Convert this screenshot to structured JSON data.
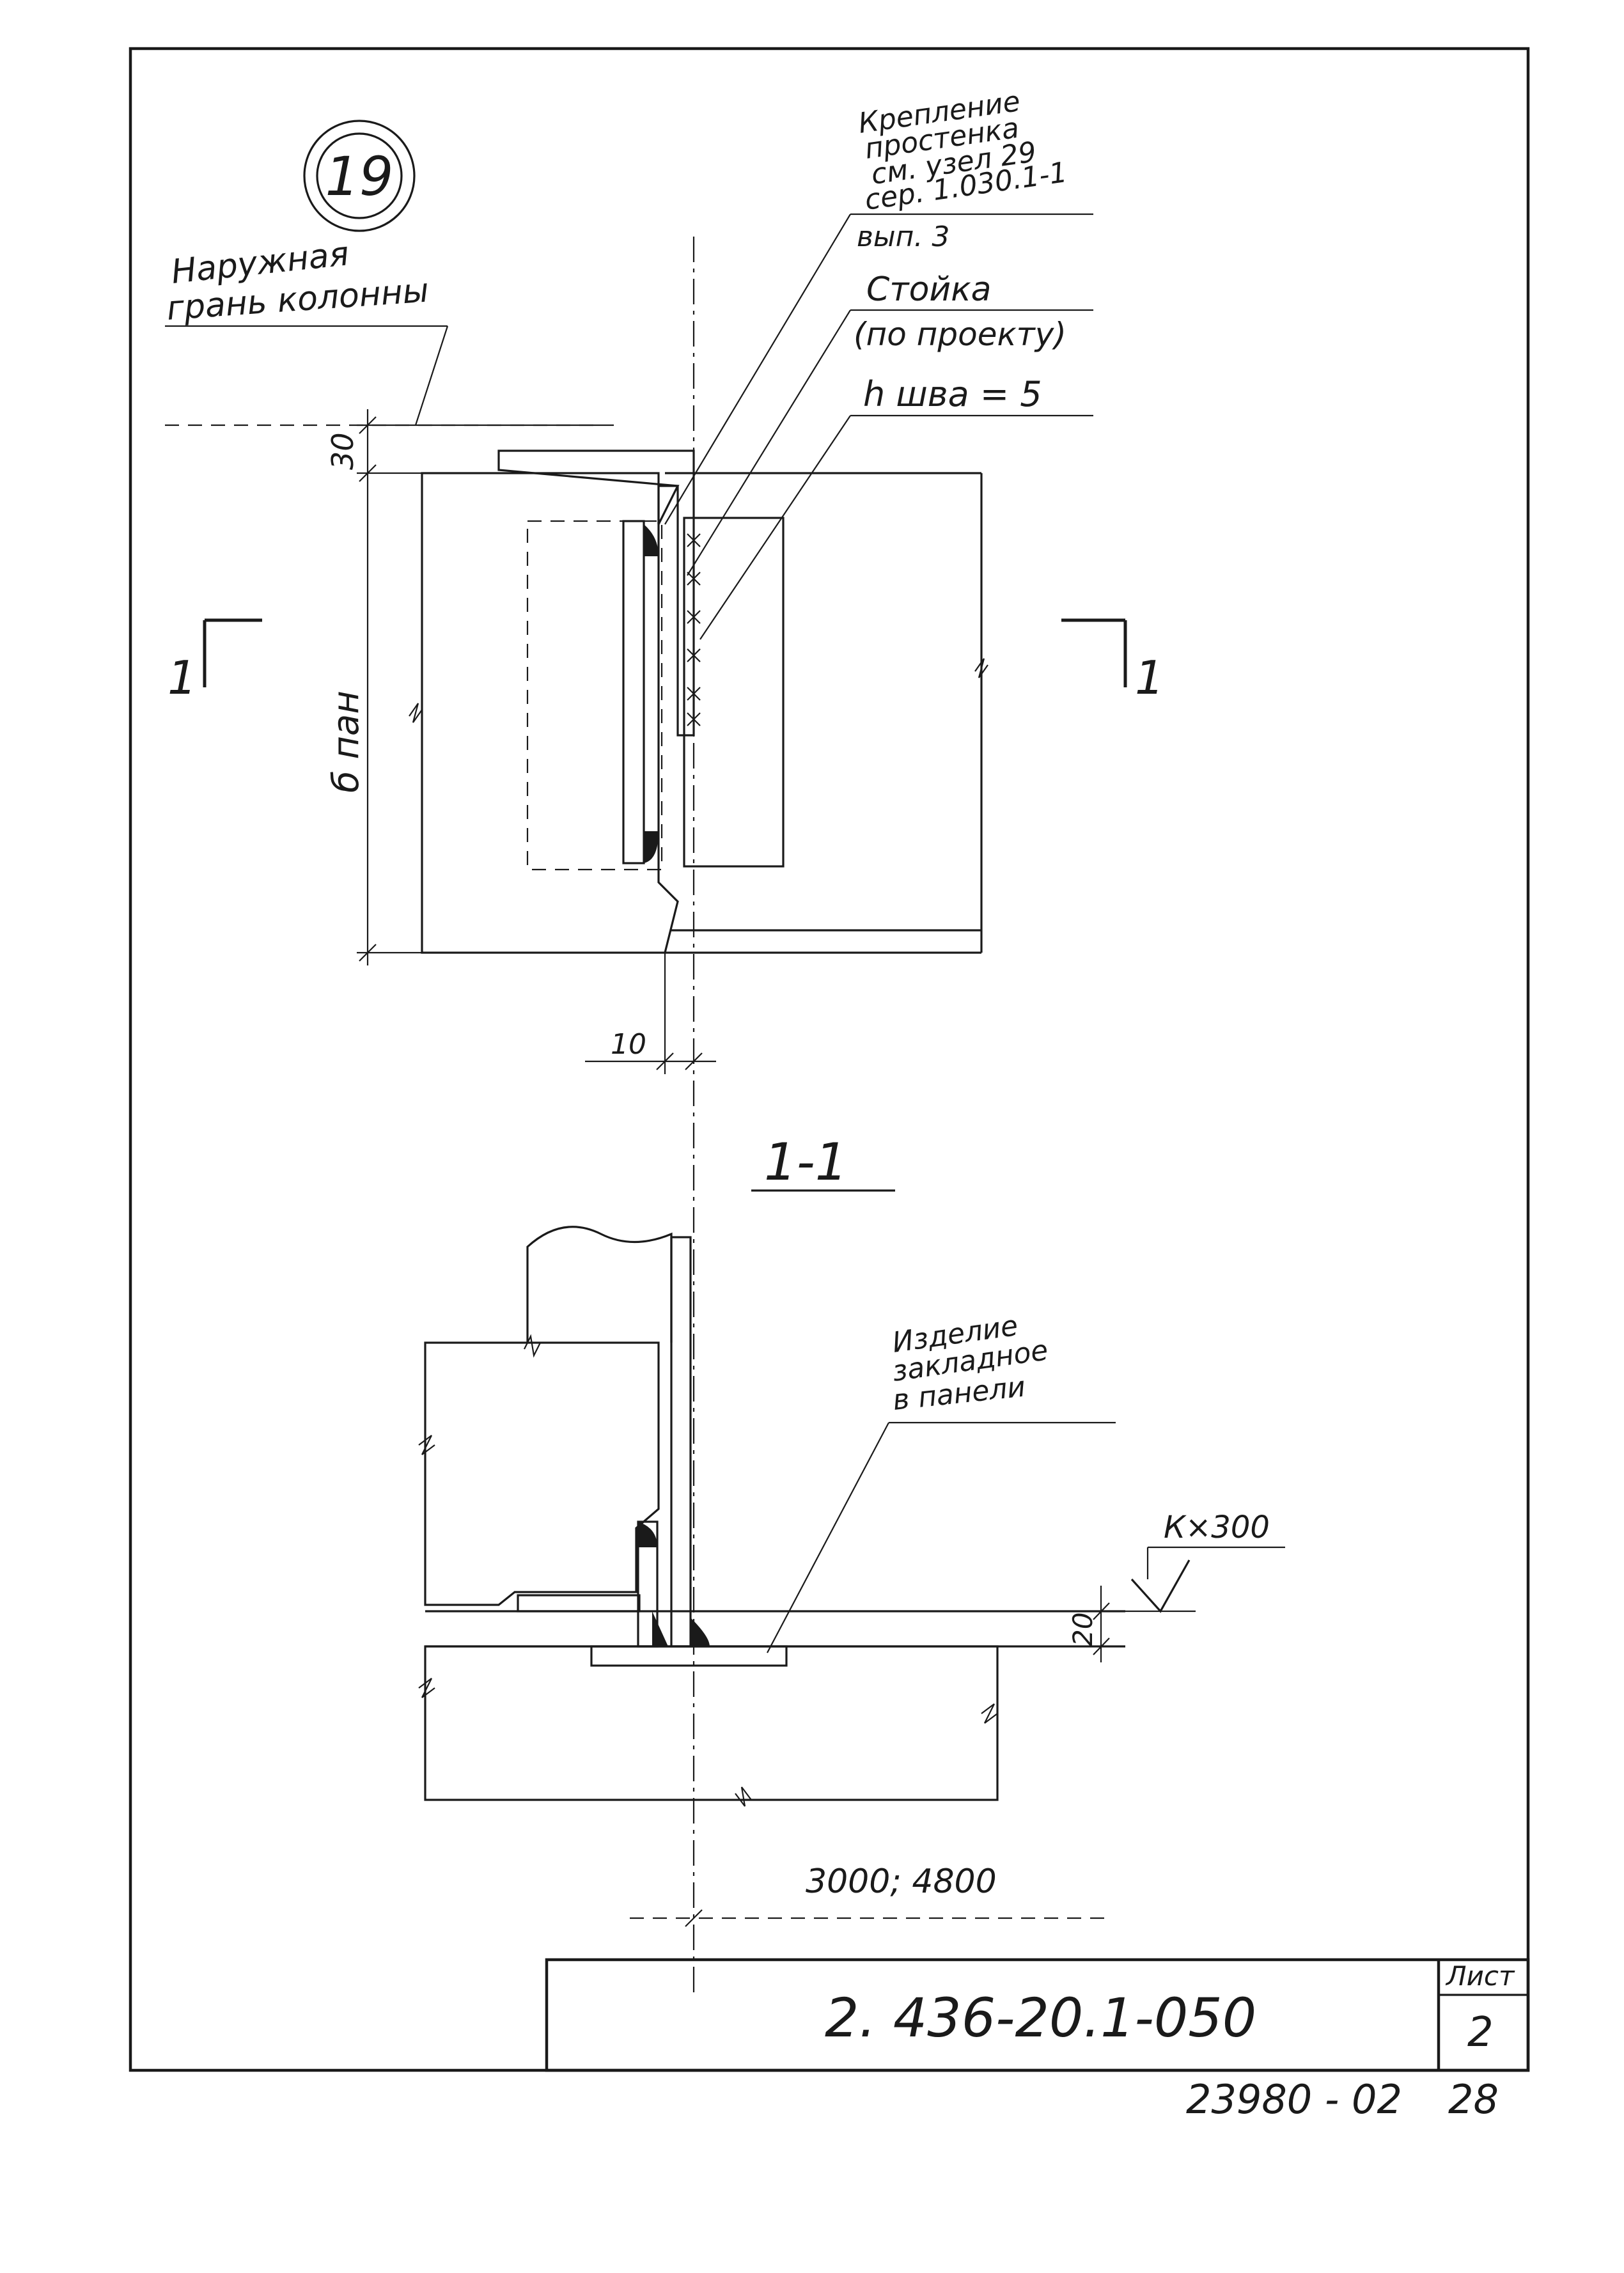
{
  "detail": {
    "number": "19"
  },
  "labels": {
    "fastening": [
      "Крепление",
      "простенка",
      "см. узел 29",
      "сер. 1.030.1-1",
      "вып. 3"
    ],
    "post": [
      "Стойка",
      "(по проекту)"
    ],
    "weld": "h шва = 5",
    "outer_face": [
      "Наружная",
      "грань колонны"
    ],
    "embedded": [
      "Изделие",
      "закладное",
      "в панели"
    ]
  },
  "dims": {
    "top_offset": "30",
    "panel_height": "б пан",
    "gap": "10",
    "elev_offset": "20",
    "elevation_mark": "К×300",
    "span": "3000;  4800"
  },
  "section": {
    "cut_mark": "1",
    "title": "1-1"
  },
  "title_block": {
    "code": "2. 436-20.1-050",
    "sheet_label": "Лист",
    "sheet_number": "2"
  },
  "footer": {
    "archive": "23980 - 02",
    "page": "28"
  }
}
